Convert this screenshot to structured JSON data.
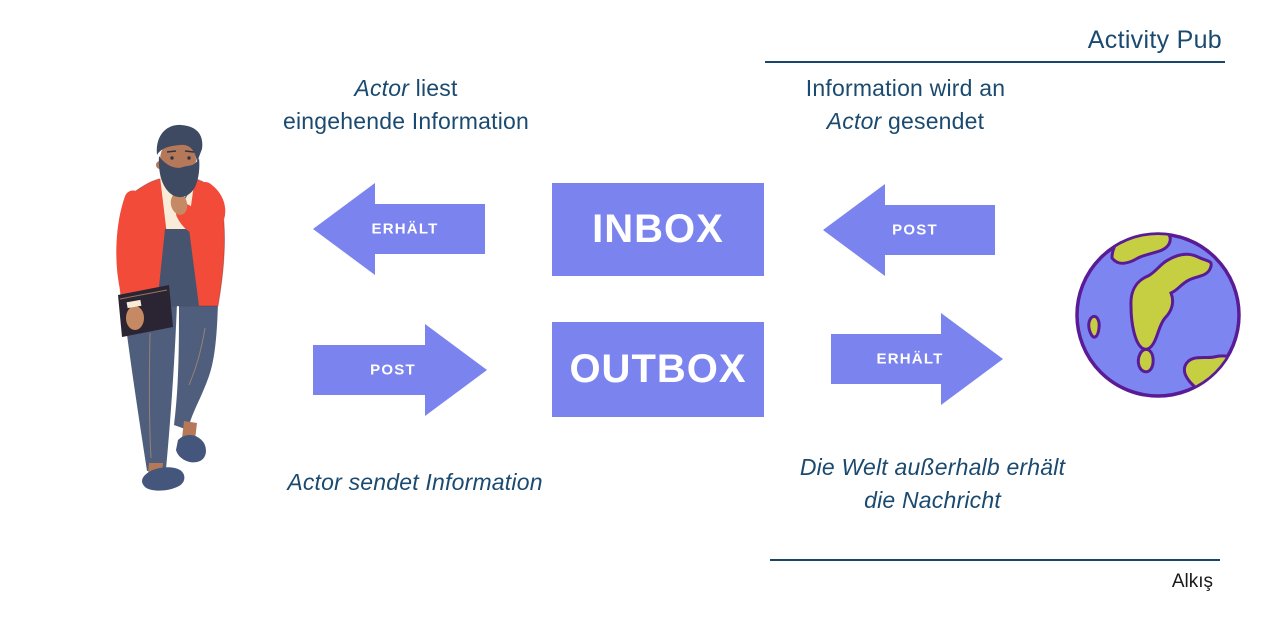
{
  "title": "Activity Pub",
  "credit": "Alkış",
  "captions": {
    "actor_reads": {
      "actor": "Actor",
      "rest": " liest",
      "line2": "eingehende Information"
    },
    "info_sent": {
      "line1": "Information wird an",
      "actor": "Actor",
      "rest": " gesendet"
    },
    "actor_sends": "Actor sendet Information",
    "world_receives": {
      "line1": "Die Welt außerhalb erhält",
      "line2": "die Nachricht"
    }
  },
  "boxes": {
    "inbox": "INBOX",
    "outbox": "OUTBOX"
  },
  "arrows": {
    "inbox_receive": "ERHÄLT",
    "inbox_post": "POST",
    "outbox_post": "POST",
    "outbox_receive": "ERHÄLT"
  },
  "icons": {
    "globe": "globe-icon",
    "person": "walking-man-illustration"
  },
  "colors": {
    "accent_periwinkle": "#7b83ee",
    "caption_blue": "#1b4a70",
    "rule_blue": "#19466b",
    "globe_outline_purple": "#5a1c96",
    "land_green": "#c6ce41",
    "jacket_red": "#f24b39",
    "skin_tan": "#b5795a",
    "hair_slate": "#3e4a61",
    "shirt_cream": "#f8ecd9",
    "pants_blue": "#4f5e7d",
    "credit_black": "#1a1a1a"
  }
}
